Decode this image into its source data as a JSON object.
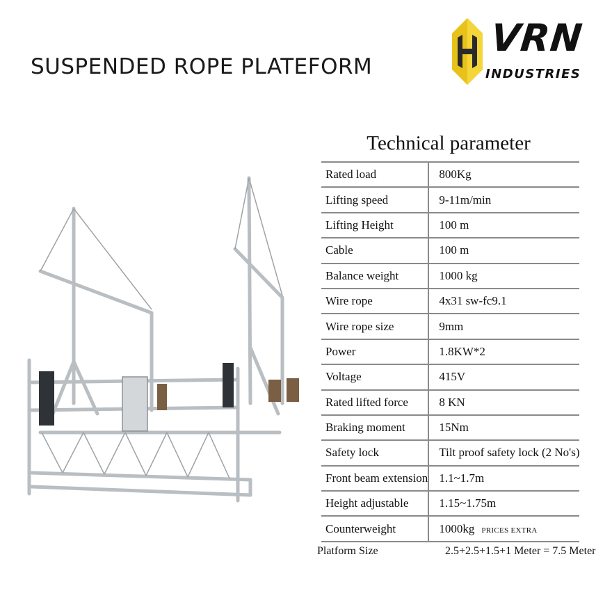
{
  "page_title": "SUSPENDED ROPE PLATEFORM",
  "logo": {
    "name": "VRN",
    "sub": "INDUSTRIES",
    "accent": "#e8c21a"
  },
  "spec": {
    "title": "Technical parameter",
    "rows": [
      {
        "k": "Rated load",
        "v": "800Kg"
      },
      {
        "k": "Lifting speed",
        "v": "9-11m/min"
      },
      {
        "k": "Lifting Height",
        "v": "100 m"
      },
      {
        "k": "Cable",
        "v": "100 m"
      },
      {
        "k": "Balance weight",
        "v": "1000 kg"
      },
      {
        "k": "Wire rope",
        "v": "4x31 sw-fc9.1"
      },
      {
        "k": "Wire rope size",
        "v": "9mm"
      },
      {
        "k": "Power",
        "v": "1.8KW*2"
      },
      {
        "k": "Voltage",
        "v": "415V"
      },
      {
        "k": "Rated lifted force",
        "v": "8 KN"
      },
      {
        "k": "Braking moment",
        "v": "15Nm"
      },
      {
        "k": "Safety lock",
        "v": "Tilt proof safety lock (2 No's)"
      },
      {
        "k": "Front beam extension",
        "v": "1.1~1.7m"
      },
      {
        "k": "Height adjustable",
        "v": "1.15~1.75m"
      },
      {
        "k": "Counterweight",
        "v": "1000kg",
        "note": "PRICES EXTRA"
      }
    ],
    "footer": {
      "k": "Platform Size",
      "v": "2.5+2.5+1.5+1 Meter = 7.5 Meter"
    }
  }
}
